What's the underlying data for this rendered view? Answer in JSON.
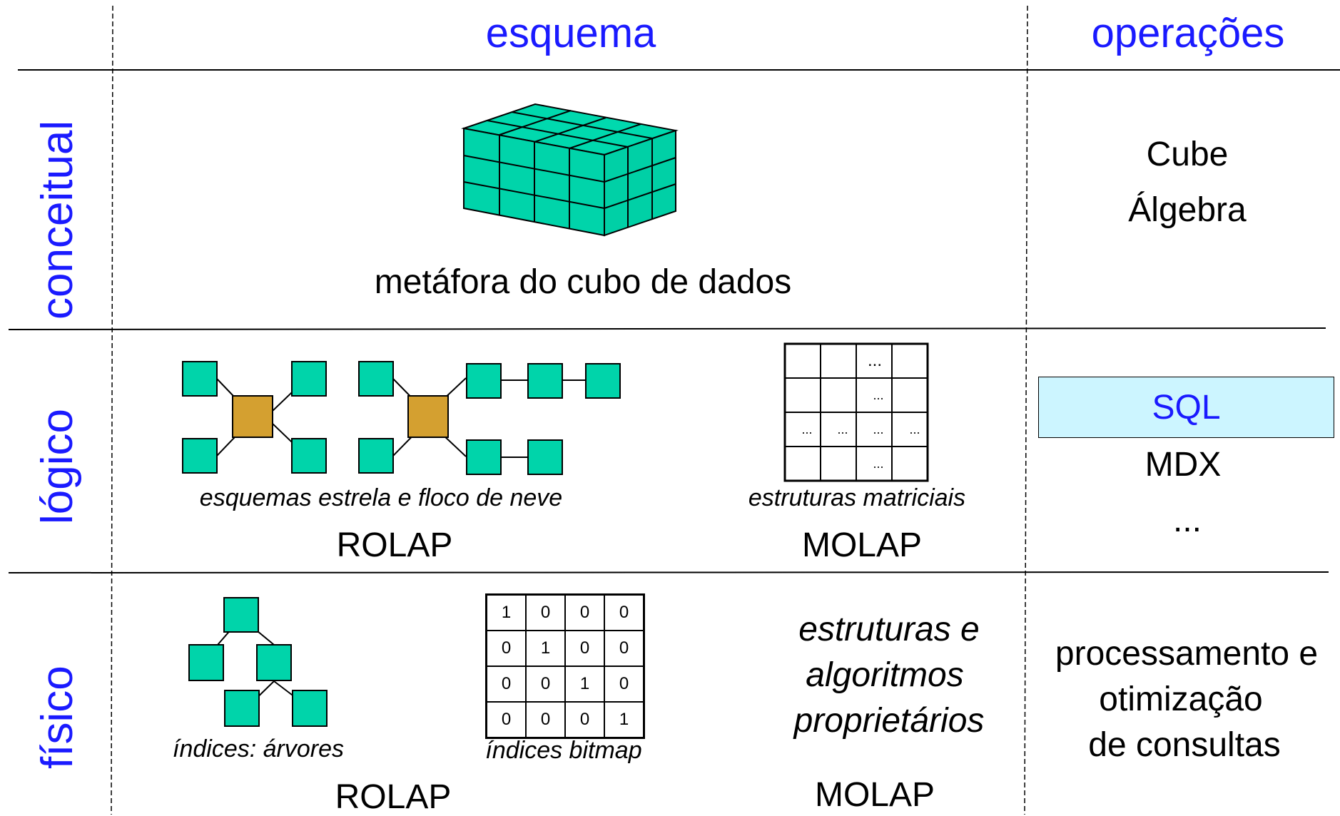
{
  "header": {
    "schema_title": "esquema",
    "operations_title": "operações"
  },
  "rows": {
    "conceptual_label": "conceitual",
    "logical_label": "lógico",
    "physical_label": "físico"
  },
  "conceptual": {
    "cube_caption": "metáfora do cubo de dados",
    "operations_line1": "Cube",
    "operations_line2": "Álgebra"
  },
  "logical": {
    "star_caption": "esquemas estrela e floco de neve",
    "rolap_label": "ROLAP",
    "matrix_caption": "estruturas matriciais",
    "molap_label": "MOLAP",
    "matrix_ellipsis": "...",
    "sql_label": "SQL",
    "mdx_label": "MDX",
    "more_label": "..."
  },
  "physical": {
    "tree_caption": "índices: árvores",
    "bitmap_caption": "índices bitmap",
    "rolap_label": "ROLAP",
    "proprietary_line1": "estruturas e",
    "proprietary_line2": "algoritmos",
    "proprietary_line3": "proprietários",
    "molap_label": "MOLAP",
    "processing_line1": "processamento e",
    "processing_line2": "otimização",
    "processing_line3": "de consultas",
    "bitmap_rows": [
      [
        "1",
        "0",
        "0",
        "0"
      ],
      [
        "0",
        "1",
        "0",
        "0"
      ],
      [
        "0",
        "0",
        "1",
        "0"
      ],
      [
        "0",
        "0",
        "0",
        "1"
      ]
    ]
  },
  "colors": {
    "label_blue": "#1a1aff",
    "node_teal": "#00d4aa",
    "hub_gold": "#d4a030",
    "sql_box": "#ccf5ff"
  }
}
